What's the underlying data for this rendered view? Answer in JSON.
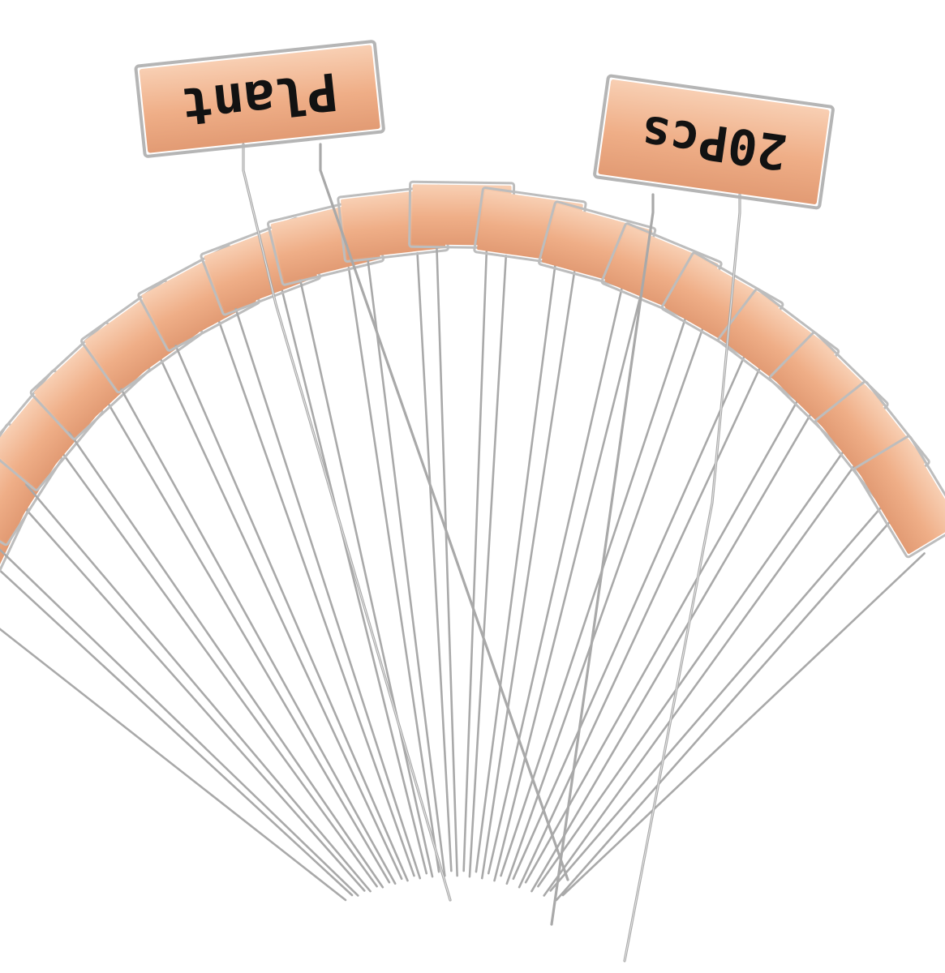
{
  "product_photo": {
    "stake_count": 20,
    "colors": {
      "background": "#ffffff",
      "tag_fill_light": "#f8cfb3",
      "tag_fill_mid": "#efae87",
      "tag_fill_dark": "#e29b74",
      "wire": "#a9a9a9",
      "wire_highlight": "#e8e8e8",
      "label_ink": "#121212"
    },
    "labeled_stakes": [
      {
        "text": "Plant"
      },
      {
        "text": "20Pcs"
      }
    ]
  }
}
